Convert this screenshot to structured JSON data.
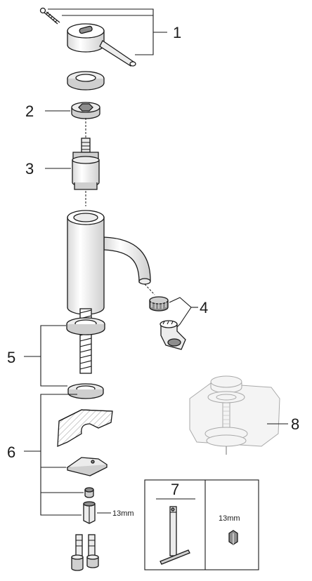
{
  "callouts": {
    "c1": "1",
    "c2": "2",
    "c3": "3",
    "c4": "4",
    "c5": "5",
    "c6": "6",
    "c7": "7",
    "c8": "8"
  },
  "dimensions": {
    "nut_size": "13mm",
    "box_nut_size": "13mm"
  },
  "colors": {
    "line": "#1a1a1a",
    "ghost_line": "#a9a9a9",
    "part_fill": "#ececec"
  }
}
